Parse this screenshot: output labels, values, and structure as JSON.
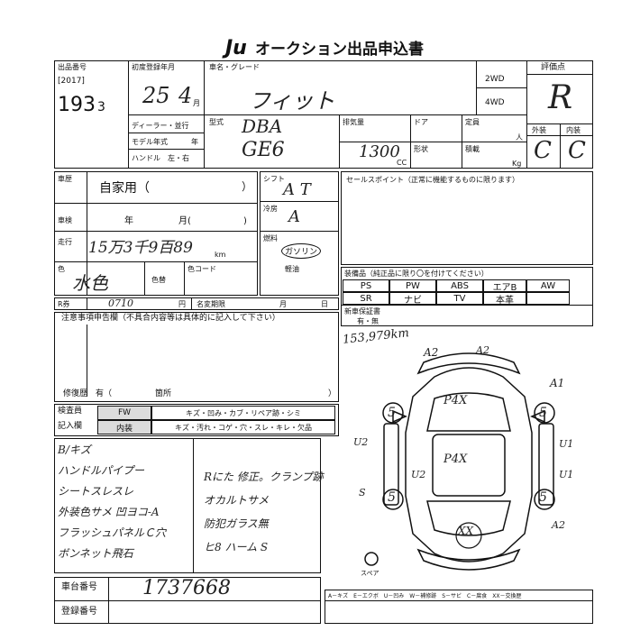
{
  "header": {
    "logo": "Ju",
    "title": "オークション出品申込書"
  },
  "lot": {
    "label": "出品番号",
    "year_tag": "[2017]",
    "number": "193",
    "number_suffix": "3"
  },
  "registration": {
    "label": "初度登録年月",
    "year": "25",
    "month": "4",
    "month_unit": "月"
  },
  "vehicle": {
    "name_label": "車名・グレード",
    "name_value": "フィット",
    "wd2": "2WD",
    "wd4": "4WD",
    "dealer_label": "ディーラー・並行",
    "model_year_label": "モデル年式",
    "model_year_unit": "年",
    "handle_label": "ハンドル　左・右",
    "type_label": "型式",
    "type_value_1": "DBA",
    "type_value_2": "GE6",
    "displacement_label": "排気量",
    "displacement_value": "1300",
    "displacement_unit": "CC",
    "door_label": "ドア",
    "shape_label": "形状",
    "capacity_label": "定員",
    "capacity_unit": "人",
    "load_label": "積載",
    "load_unit": "Kg"
  },
  "rating": {
    "label": "評価点",
    "value": "R",
    "exterior_label": "外装",
    "interior_label": "内装",
    "exterior_value": "C",
    "interior_value": "C"
  },
  "usage": {
    "category_label": "車歴",
    "category_value": "自家用（",
    "category_close": "）",
    "inspection_label": "車検",
    "inspection_year": "年",
    "inspection_month": "月(",
    "inspection_close": ")",
    "mileage_label": "走行",
    "mileage_value": "15万3千9百89",
    "mileage_unit": "km",
    "color_label": "色",
    "color_value": "水色",
    "color_code_label": "色コード",
    "swap_label": "色替",
    "shift_label": "シフト",
    "shift_value": "A T",
    "ac_label": "冷房",
    "ac_value": "A",
    "fuel_label": "燃料",
    "fuel_value_1": "ガソリン",
    "fuel_value_2": "軽油",
    "recycle_label": "R券",
    "recycle_value": "0710",
    "recycle_unit": "円",
    "name_change_label": "名変期限",
    "name_change_unit": "月",
    "name_change_day": "日"
  },
  "sales_point": {
    "label": "セールスポイント（正常に機能するものに限ります）"
  },
  "equipment": {
    "label": "装備品（純正品に限り〇を付けてください）",
    "row1": [
      "PS",
      "PW",
      "ABS",
      "エアB",
      "AW"
    ],
    "row2": [
      "SR",
      "ナビ",
      "TV",
      "本革",
      ""
    ],
    "new_car_label": "新車保証書",
    "new_car_value": "有・無"
  },
  "notes": {
    "label": "注意事項申告欄（不具合内容等は具体的に記入して下さい）",
    "repair_label": "修復歴　有（",
    "repair_close": "箇所",
    "repair_bracket": "）"
  },
  "inspector": {
    "label_1": "検査員",
    "label_2": "記入欄",
    "row1": [
      "FW",
      "キズ・凹み・カブ・リペア跡・シミ"
    ],
    "row2": [
      "内装",
      "キズ・汚れ・コゲ・穴・スレ・キレ・欠品"
    ]
  },
  "remarks": [
    "B/キズ",
    "ハンドルパイプー",
    "シートスレスレ",
    "外装色サメ 凹ヨコ-A",
    "フラッシュパネルＣ穴",
    "ボンネット飛石"
  ],
  "remarks_right": [
    "Rにた 修正。クランプ跡",
    "オカルトサメ",
    "防犯ガラス無",
    "ヒ8 ハーム S"
  ],
  "diagram": {
    "odometer_note": "153,979km",
    "marks": [
      "A2",
      "A2",
      "A1",
      "P4X",
      "P4X",
      "U2",
      "U2",
      "U1",
      "U1",
      "XX",
      "S",
      "A2"
    ],
    "tire_marks": [
      "5",
      "5",
      "5",
      "5"
    ],
    "spare_label": "スペア",
    "legend": "A－キズ　E－エクボ　U－凹み　W－補修跡　S－サビ　C－腐食　XX－交換歴"
  },
  "chassis": {
    "label": "車台番号",
    "value": "1737668",
    "reg_label": "登録番号"
  }
}
